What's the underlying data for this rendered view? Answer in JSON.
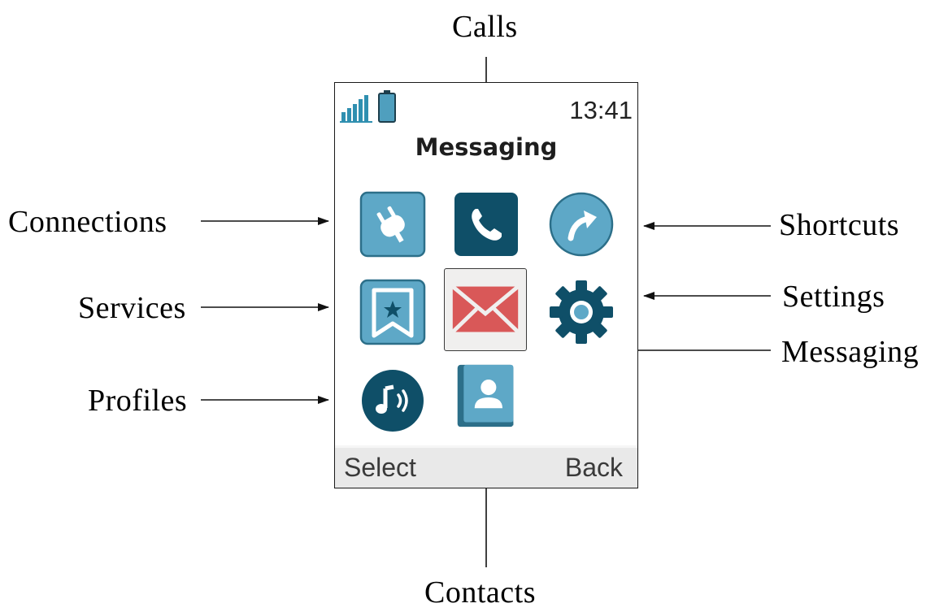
{
  "callouts": {
    "calls": "Calls",
    "connections": "Connections",
    "services": "Services",
    "profiles": "Profiles",
    "shortcuts": "Shortcuts",
    "settings": "Settings",
    "messaging": "Messaging",
    "contacts": "Contacts"
  },
  "phone": {
    "clock": "13:41",
    "title": "Messaging",
    "softkeys": {
      "left": "Select",
      "right": "Back"
    },
    "tiles": [
      {
        "name": "connections",
        "icon": "plug-icon"
      },
      {
        "name": "calls",
        "icon": "phone-icon"
      },
      {
        "name": "shortcuts",
        "icon": "shortcut-arrow-icon"
      },
      {
        "name": "services",
        "icon": "bookmark-star-icon"
      },
      {
        "name": "messaging",
        "icon": "envelope-icon",
        "selected": true
      },
      {
        "name": "settings",
        "icon": "gear-icon"
      },
      {
        "name": "profiles",
        "icon": "music-note-icon"
      },
      {
        "name": "contacts",
        "icon": "contact-book-icon"
      }
    ]
  },
  "colors": {
    "light_blue": "#5ea8c7",
    "dark_blue": "#0f4f68",
    "envelope_red": "#d95858",
    "signal_blue": "#2f8fb0"
  }
}
